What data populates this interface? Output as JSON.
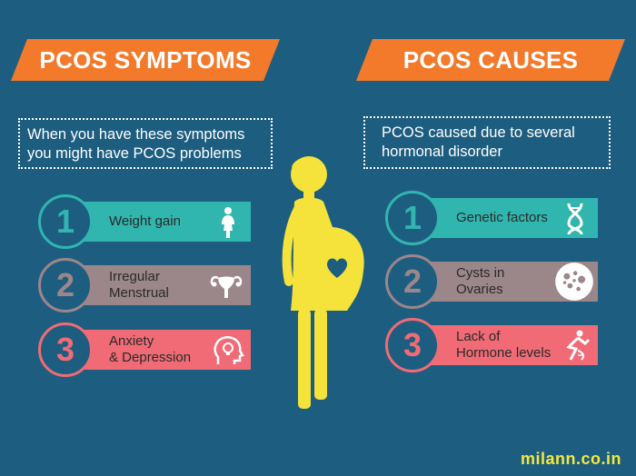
{
  "symptoms": {
    "title": "PCOS SYMPTOMS",
    "intro_line1": "When you have these symptoms",
    "intro_line2": "you might have PCOS problems",
    "items": [
      {
        "number": "1",
        "line1": "Weight gain",
        "line2": "",
        "icon": "woman-figure-icon"
      },
      {
        "number": "2",
        "line1": "Irregular",
        "line2": "Menstrual",
        "icon": "uterus-icon"
      },
      {
        "number": "3",
        "line1": "Anxiety",
        "line2": "& Depression",
        "icon": "head-lightbulb-icon"
      }
    ]
  },
  "causes": {
    "title": "PCOS CAUSES",
    "intro_line1": "PCOS caused due to several",
    "intro_line2": "hormonal disorder",
    "items": [
      {
        "number": "1",
        "line1": "Genetic factors",
        "line2": "",
        "icon": "dna-icon"
      },
      {
        "number": "2",
        "line1": "Cysts in",
        "line2": "Ovaries",
        "icon": "cyst-cells-icon"
      },
      {
        "number": "3",
        "line1": "Lack of",
        "line2": "Hormone levels",
        "icon": "hormone-figure-icon"
      }
    ]
  },
  "watermark": "milann.co.in",
  "colors": {
    "background": "#1d5e80",
    "banner": "#f37a2a",
    "teal": "#31b5af",
    "mauve": "#9b868a",
    "pink": "#f06b75",
    "figure": "#f5e23a"
  }
}
